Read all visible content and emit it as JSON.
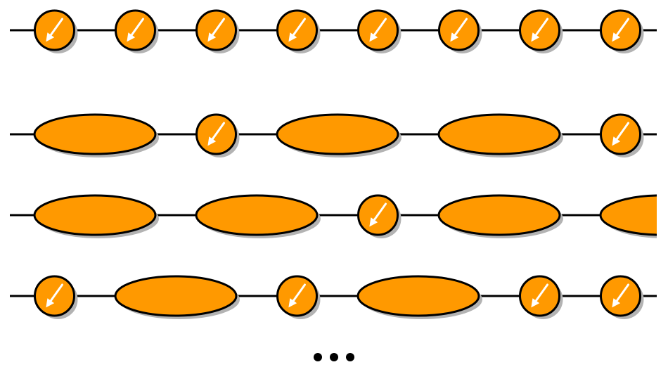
{
  "colors": {
    "fill": "#ff9900",
    "stroke": "#000000",
    "shadow": "#b3b3b3",
    "arrow": "#ffffff",
    "background": "#ffffff"
  },
  "node_types": {
    "C": "circle-with-arrow-icon",
    "E": "ellipse"
  },
  "rows": [
    {
      "nodes": [
        "C",
        "C",
        "C",
        "C",
        "C",
        "C",
        "C",
        "C"
      ]
    },
    {
      "nodes": [
        "E",
        "C",
        "E",
        "E",
        "C"
      ]
    },
    {
      "nodes": [
        "E",
        "E",
        "C",
        "E",
        "E"
      ]
    },
    {
      "nodes": [
        "C",
        "E",
        "C",
        "E",
        "C",
        "C"
      ]
    }
  ],
  "continuation": "•••"
}
